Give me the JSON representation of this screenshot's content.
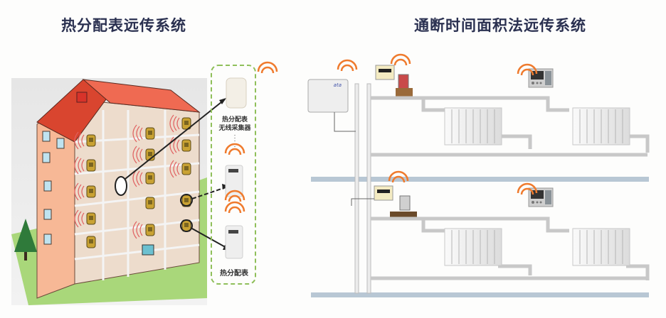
{
  "left_panel": {
    "title": "热分配表远传系统",
    "collector_label_line1": "热分配表",
    "collector_label_line2": "无线采集器",
    "meter_label": "热分配表",
    "colors": {
      "roof": "#e8533f",
      "wall": "#f7b896",
      "grass": "#9cd06a",
      "signal": "#ef7b2e",
      "dashed_border": "#8fbf5a"
    }
  },
  "right_panel": {
    "title": "通断时间面积法远传系统",
    "controller_brand": "ata",
    "floors": [
      {
        "name": "upper",
        "valve": "temperature-control-valve",
        "radiators": 2,
        "thermostat": "room-thermostat"
      },
      {
        "name": "lower",
        "valve": "electric-actuator-valve",
        "radiators": 2,
        "thermostat": "room-thermostat"
      }
    ],
    "colors": {
      "floor_slab": "#b8c7d4",
      "pipe": "#e9e9e9",
      "signal": "#ef7b2e"
    }
  }
}
